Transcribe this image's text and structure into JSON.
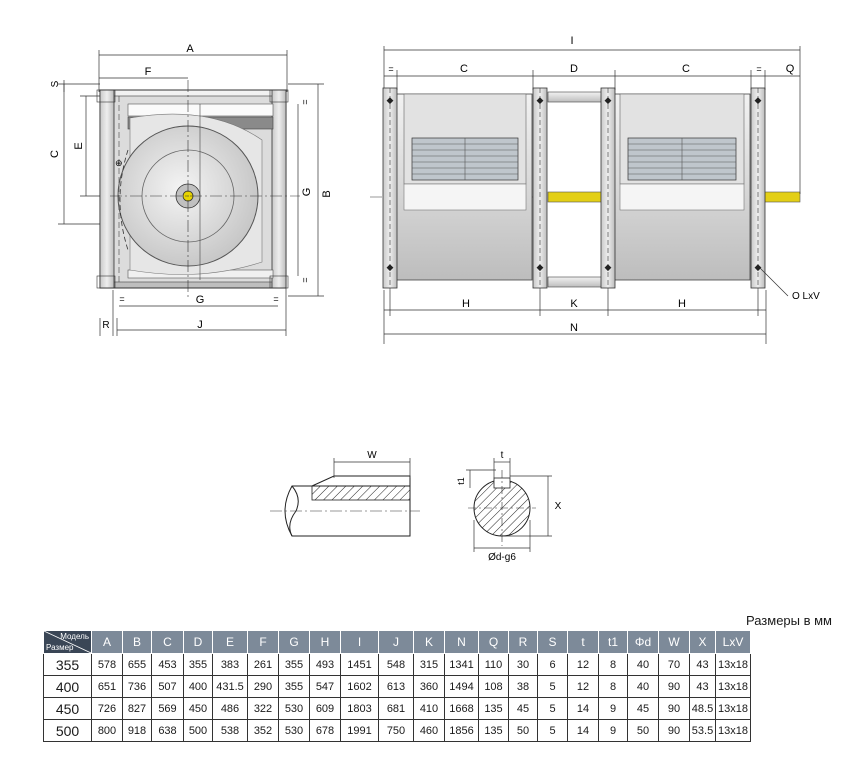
{
  "labels": {
    "A": "A",
    "B": "B",
    "C": "C",
    "D": "D",
    "E": "E",
    "F": "F",
    "G": "G",
    "H": "H",
    "I": "I",
    "J": "J",
    "K": "K",
    "N": "N",
    "Q": "Q",
    "R": "R",
    "S": "S",
    "W": "W",
    "X": "X",
    "t": "t",
    "t1": "t1",
    "eq": "=",
    "LxV": "O LxV",
    "shaft": "Ød-g6"
  },
  "caption": "Размеры в мм",
  "table": {
    "corner_top": "Модель",
    "corner_bottom": "Размер",
    "headers": [
      "A",
      "B",
      "C",
      "D",
      "E",
      "F",
      "G",
      "H",
      "I",
      "J",
      "K",
      "N",
      "Q",
      "R",
      "S",
      "t",
      "t1",
      "Φd",
      "W",
      "X",
      "LxV"
    ],
    "rows": [
      {
        "model": "355",
        "values": [
          "578",
          "655",
          "453",
          "355",
          "383",
          "261",
          "355",
          "493",
          "1451",
          "548",
          "315",
          "1341",
          "110",
          "30",
          "6",
          "12",
          "8",
          "40",
          "70",
          "43",
          "13x18"
        ]
      },
      {
        "model": "400",
        "values": [
          "651",
          "736",
          "507",
          "400",
          "431.5",
          "290",
          "355",
          "547",
          "1602",
          "613",
          "360",
          "1494",
          "108",
          "38",
          "5",
          "12",
          "8",
          "40",
          "90",
          "43",
          "13x18"
        ]
      },
      {
        "model": "450",
        "values": [
          "726",
          "827",
          "569",
          "450",
          "486",
          "322",
          "530",
          "609",
          "1803",
          "681",
          "410",
          "1668",
          "135",
          "45",
          "5",
          "14",
          "9",
          "45",
          "90",
          "48.5",
          "13x18"
        ]
      },
      {
        "model": "500",
        "values": [
          "800",
          "918",
          "638",
          "500",
          "538",
          "352",
          "530",
          "678",
          "1991",
          "750",
          "460",
          "1856",
          "135",
          "50",
          "5",
          "14",
          "9",
          "50",
          "90",
          "53.5",
          "13x18"
        ]
      }
    ]
  }
}
